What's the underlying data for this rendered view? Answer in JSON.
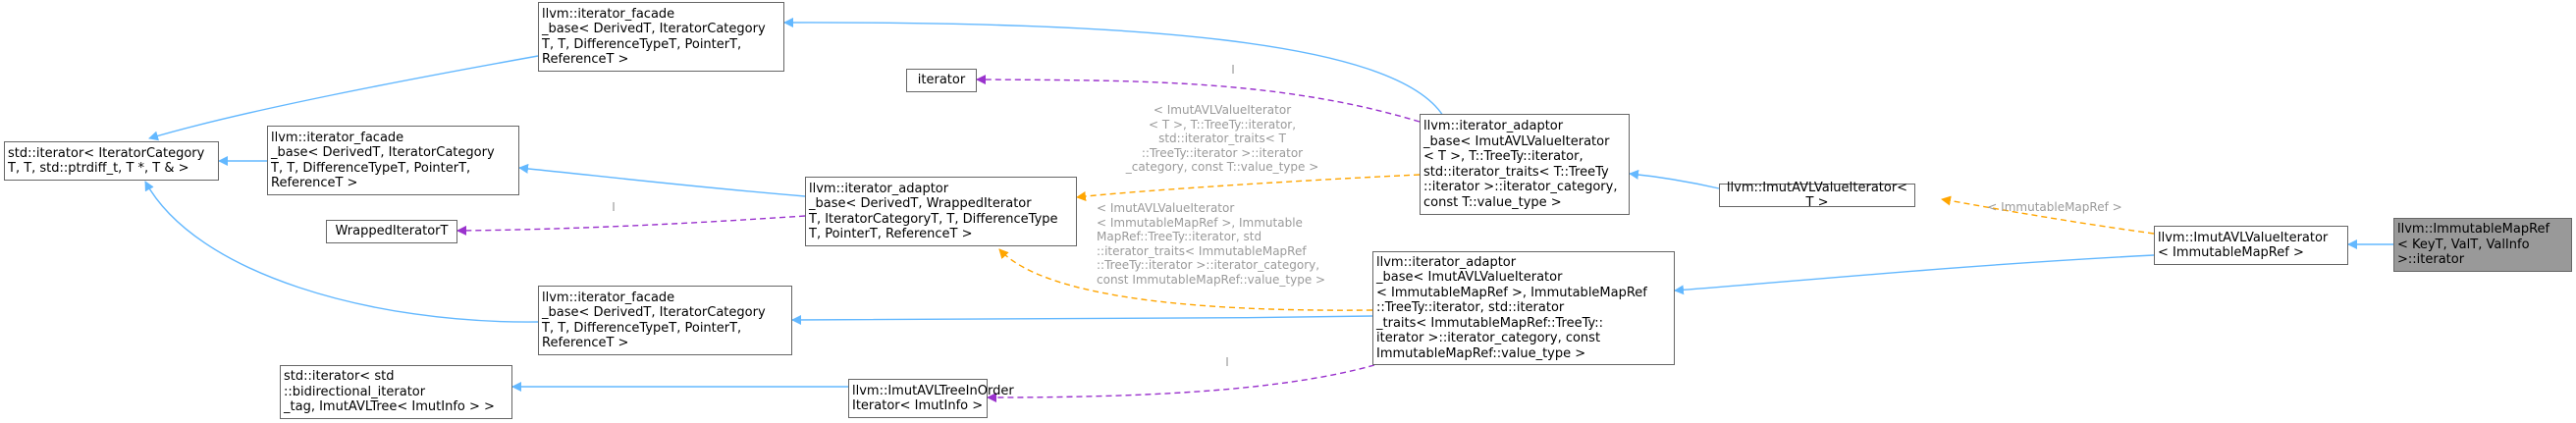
{
  "colors": {
    "inherit_edge": "#63b8ff",
    "member_edge": "#9a32cd",
    "template_edge": "#ffa500",
    "label_text": "#9a9a9a",
    "focus_fill": "#999999"
  },
  "nodes": {
    "std_iterator_base": "std::iterator< IteratorCategory\nT, T, std::ptrdiff_t, T *, T & >",
    "facade_top": "llvm::iterator_facade\n_base< DerivedT, IteratorCategory\nT, T, DifferenceTypeT, PointerT,\nReferenceT >",
    "facade_mid": "llvm::iterator_facade\n_base< DerivedT, IteratorCategory\nT, T, DifferenceTypeT, PointerT,\nReferenceT >",
    "facade_bottom": "llvm::iterator_facade\n_base< DerivedT, IteratorCategory\nT, T, DifferenceTypeT, PointerT,\nReferenceT >",
    "iterator": "iterator",
    "wrapped_iterator": "WrappedIteratorT",
    "adaptor_base": "llvm::iterator_adaptor\n_base< DerivedT, WrappedIterator\nT, IteratorCategoryT, T, DifferenceType\nT, PointerT, ReferenceT >",
    "std_iterator_bidir": "std::iterator< std\n::bidirectional_iterator\n_tag, ImutAVLTree< ImutInfo > >",
    "tree_inorder": "llvm::ImutAVLTreeInOrder\nIterator< ImutInfo >",
    "adaptor_value_t": "llvm::iterator_adaptor\n_base< ImutAVLValueIterator\n< T >, T::TreeTy::iterator,\nstd::iterator_traits< T::TreeTy\n::iterator >::iterator_category,\nconst T::value_type >",
    "adaptor_value_map": "llvm::iterator_adaptor\n_base< ImutAVLValueIterator\n< ImmutableMapRef >, ImmutableMapRef\n::TreeTy::iterator, std::iterator\n_traits< ImmutableMapRef::TreeTy::\niterator >::iterator_category, const\nImmutableMapRef::value_type >",
    "value_iterator_t": "llvm::ImutAVLValueIterator< T >",
    "value_iterator_map": "llvm::ImutAVLValueIterator\n< ImmutableMapRef >",
    "focus_node": "llvm::ImmutableMapRef\n< KeyT, ValT, ValInfo\n>::iterator"
  },
  "edge_labels": {
    "iterator_label": "I",
    "wrapped_label": "I",
    "inorder_label": "I",
    "adaptor_t_label": "< ImutAVLValueIterator\n< T >, T::TreeTy::iterator,\nstd::iterator_traits< T\n::TreeTy::iterator >::iterator\n_category, const T::value_type >",
    "adaptor_map_label": "< ImutAVLValueIterator\n< ImmutableMapRef >, Immutable\nMapRef::TreeTy::iterator, std\n::iterator_traits< ImmutableMapRef\n::TreeTy::iterator >::iterator_category,\nconst ImmutableMapRef::value_type >",
    "value_iter_label": "< ImmutableMapRef >"
  }
}
